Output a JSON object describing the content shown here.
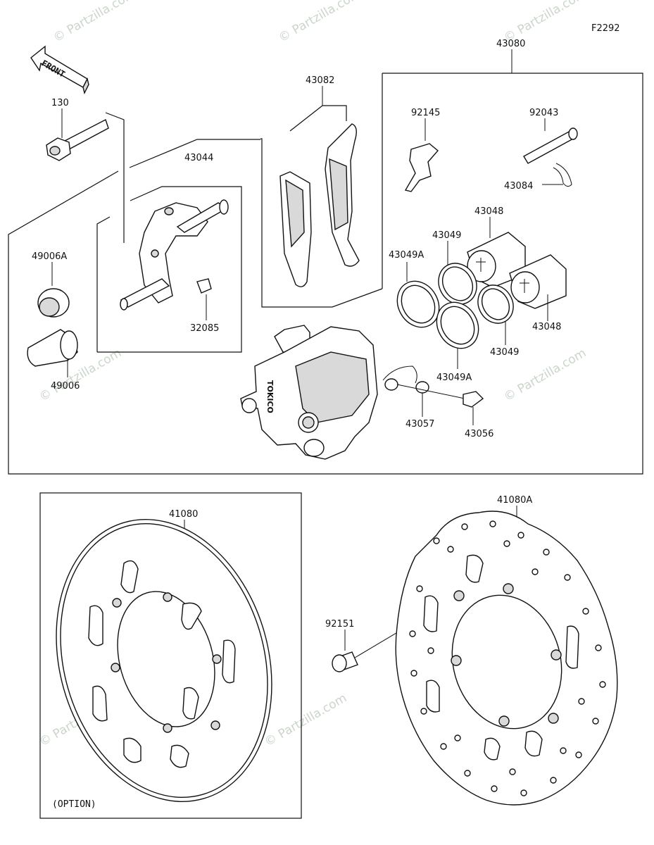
{
  "diagram_id": "F2292",
  "front_label": "FRONT",
  "option_label": "(OPTION)",
  "watermark": "© Partzilla.com",
  "parts": {
    "p130": "130",
    "p49006a": "49006A",
    "p49006": "49006",
    "p43044": "43044",
    "p32085": "32085",
    "p43082": "43082",
    "p43080": "43080",
    "p92145": "92145",
    "p92043": "92043",
    "p43084": "43084",
    "p43048a": "43048",
    "p43048b": "43048",
    "p43049a": "43049",
    "p43049b": "43049",
    "p43049Aa": "43049A",
    "p43049Ab": "43049A",
    "p43057": "43057",
    "p43056": "43056",
    "p41080": "41080",
    "p41080A": "41080A",
    "p92151": "92151"
  },
  "caliper_text": "TOKICO"
}
